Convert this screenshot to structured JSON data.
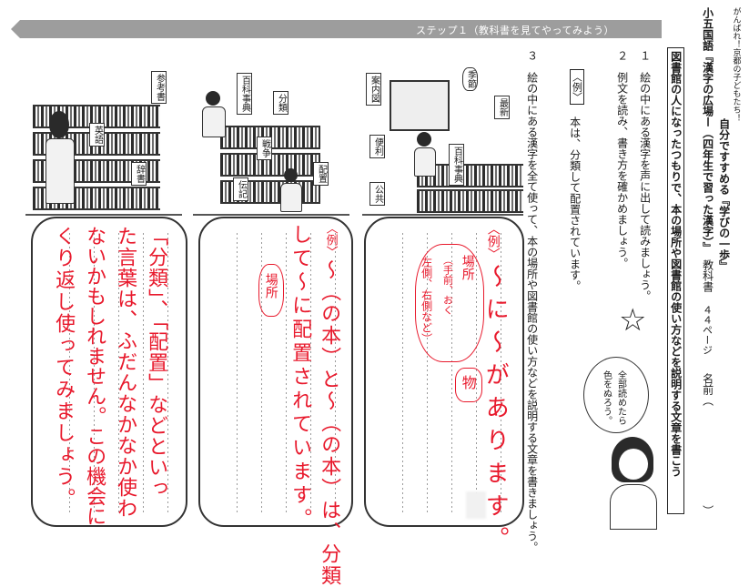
{
  "header": {
    "slogan": "がんばれ！京都の子どもたち！",
    "title": "自分ですすめる『学びの一歩』",
    "subtitle": "小五国語『漢字の広場ー（四年生で習った漢字）』",
    "textbook_label": "教科書",
    "page_label": "４４ページ",
    "name_label": "名前（",
    "name_close": "）",
    "step_banner": "ステップ１（教科書を見てやってみよう）"
  },
  "task": {
    "heading": "図書館の人になったつもりで、本の場所や図書館の使い方などを説明する文章を書こう",
    "step1": "１　絵の中にある漢字を声に出して読みましょう。",
    "step2": "２　例文を読み、書き方を確かめましょう。",
    "example_label": "〈例〉",
    "example_text": "本は、分類して配置されています。",
    "step3": "３　絵の中にある漢字を全て使って、本の場所や図書館の使い方などを説明する文章を書きましょう。",
    "star": "☆"
  },
  "character": {
    "speech": [
      "全部読めたら",
      "色をぬろう。"
    ]
  },
  "scenes": {
    "right": [
      "最新",
      "季節",
      "案内図",
      "便利",
      "公共",
      "百科事典"
    ],
    "middle": [
      "百科事典",
      "分類",
      "戦争",
      "伝記",
      "配置"
    ],
    "left": [
      "参考書",
      "英語",
      "辞書"
    ]
  },
  "answers": {
    "bubble1": {
      "example_label": "〈例〉",
      "line1": "〜に〜があります。",
      "annot_basho": "場所",
      "annot_temae": "（手前、おく",
      "annot_sayu": "左側、右側など）",
      "annot_mono": "物"
    },
    "bubble2": {
      "example_label": "〈例〉",
      "line1": "〜（の本）と〜（の本）は、分類",
      "line2": "して〜に配置されています。",
      "annot_basho": "場所"
    },
    "bubble3": {
      "line1": "「分類」、「配置」などといっ",
      "line2": "た言葉は、ふだんなかなか使わ",
      "line3": "ないかもしれません。この機会に",
      "line4": "くり返し使ってみましょう。"
    }
  }
}
